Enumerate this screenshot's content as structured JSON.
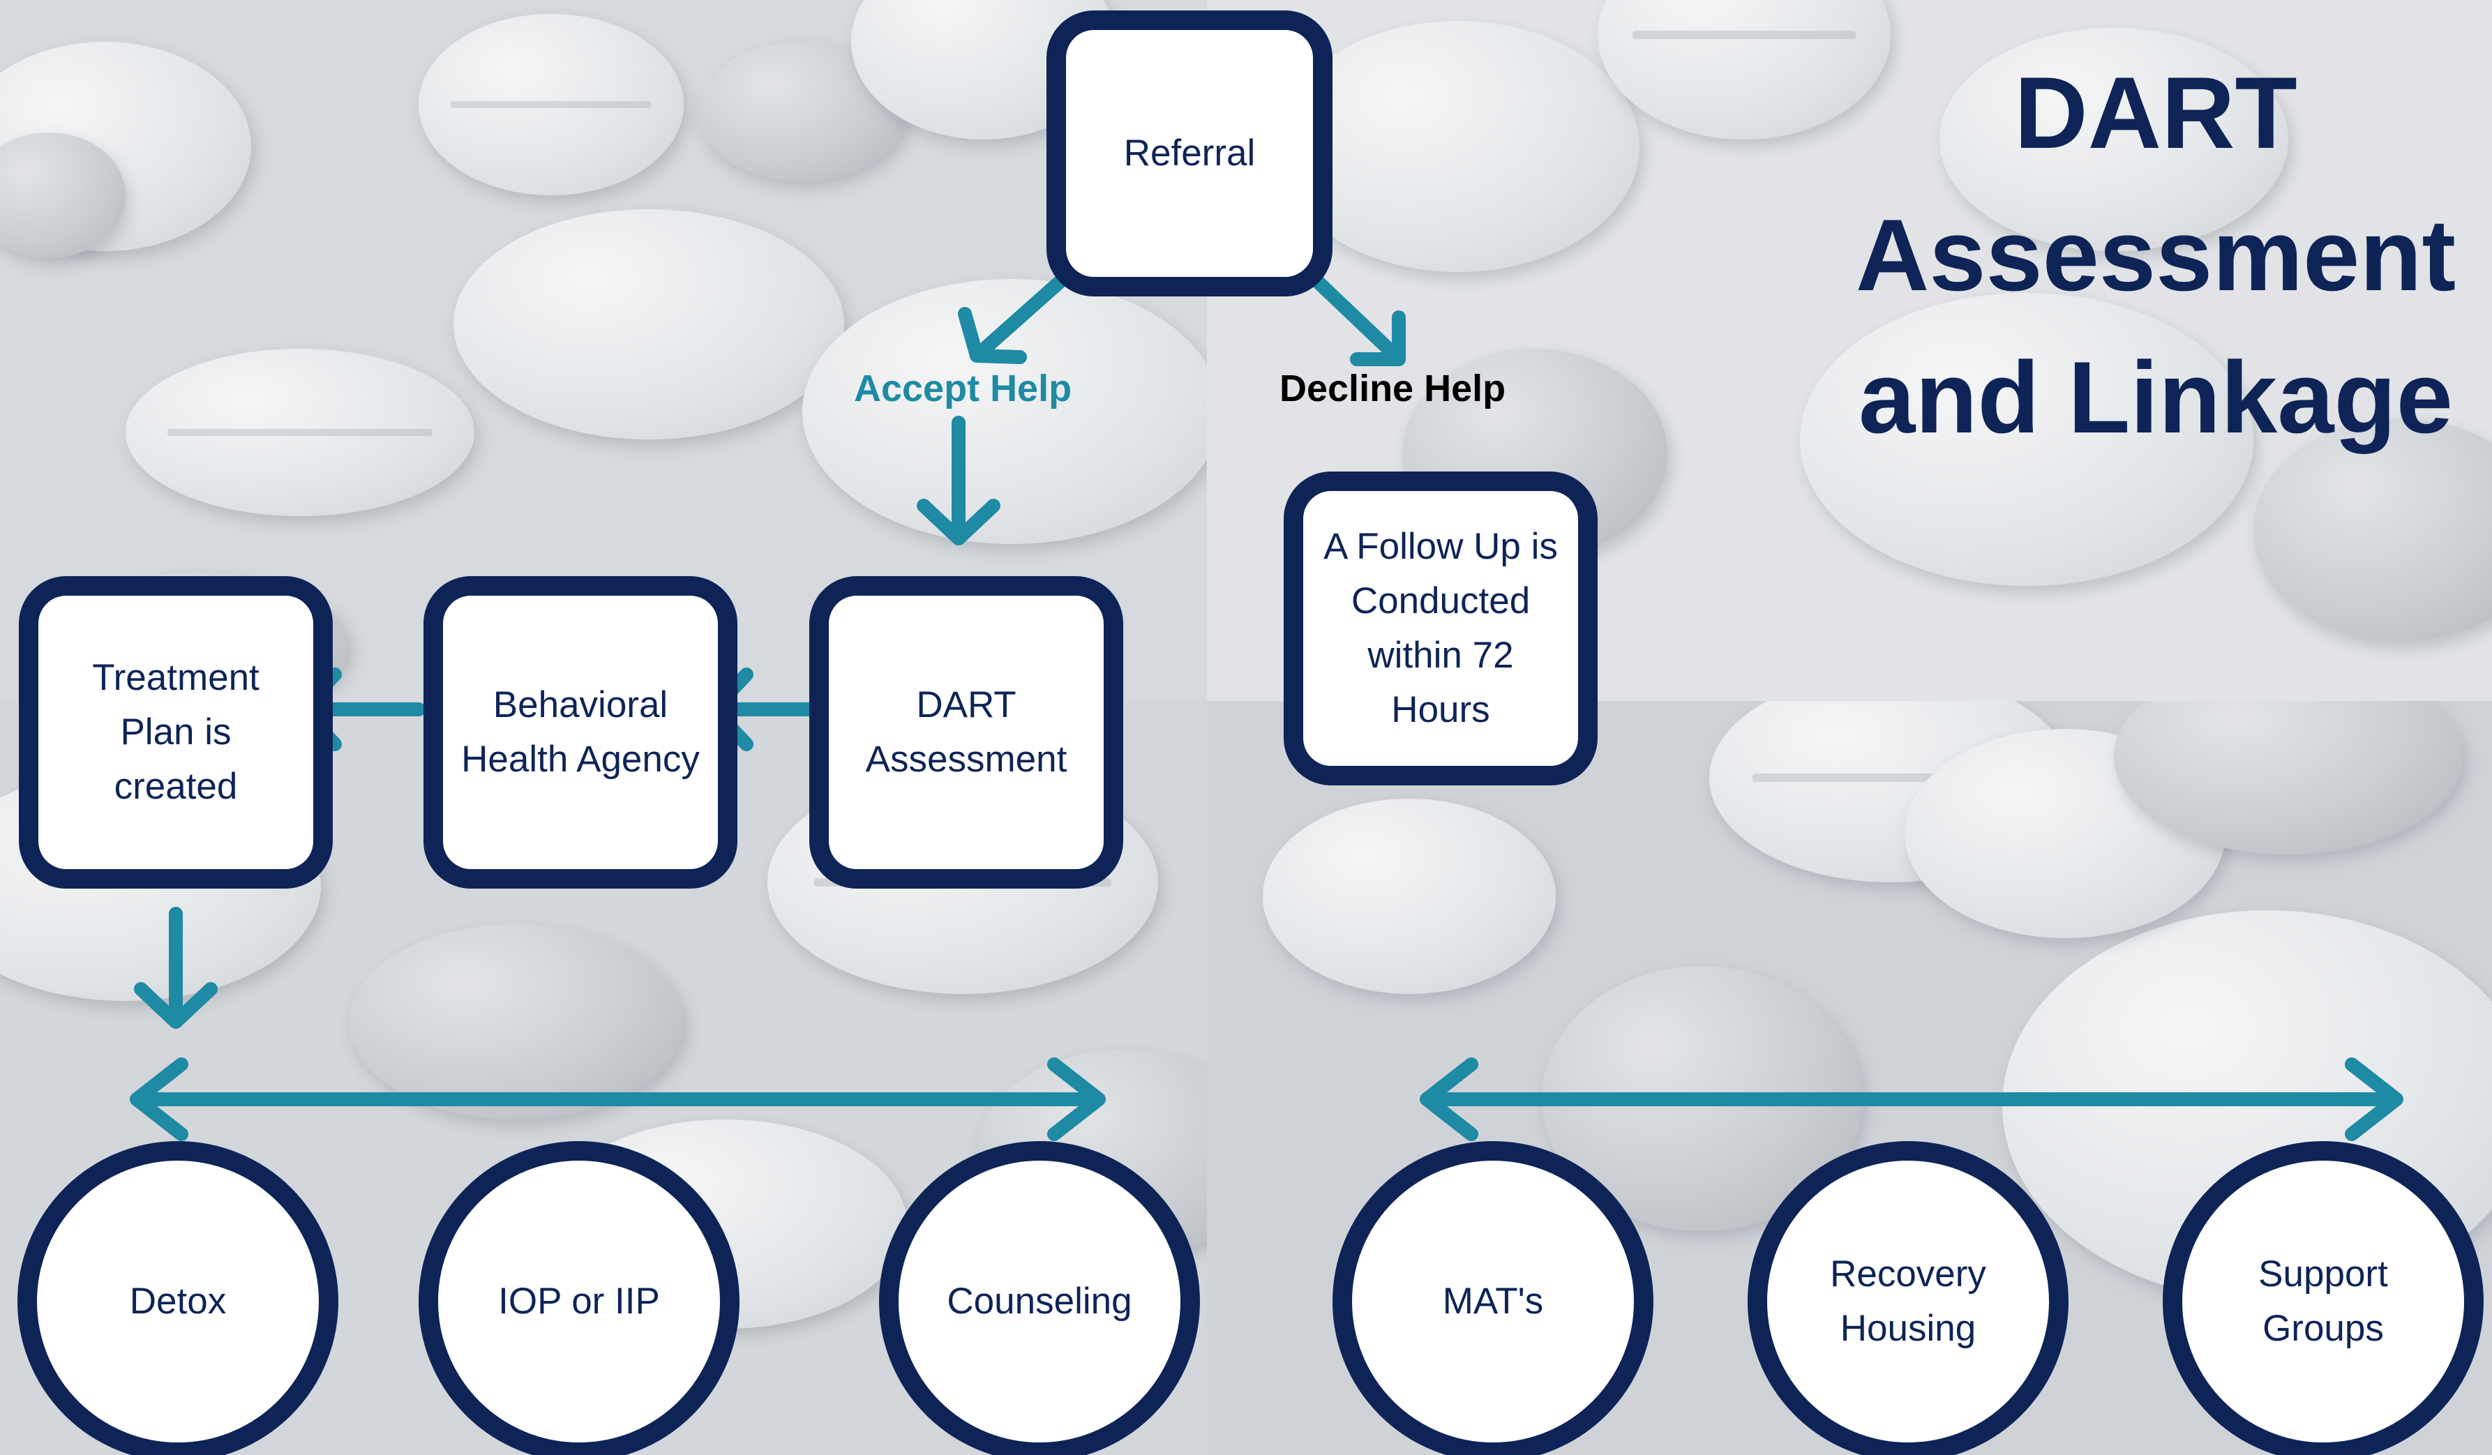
{
  "title": {
    "line1": "DART",
    "line2": "Assessment",
    "line3": "and Linkage"
  },
  "nodes": {
    "referral": "Referral",
    "dart_assessment": [
      "DART",
      "Assessment"
    ],
    "behavioral_health": [
      "Behavioral",
      "Health Agency"
    ],
    "treatment_plan": [
      "Treatment",
      "Plan is",
      "created"
    ],
    "follow_up": [
      "A Follow Up is",
      "Conducted",
      "within 72",
      "Hours"
    ]
  },
  "labels": {
    "accept": "Accept Help",
    "decline": "Decline Help"
  },
  "services_left": {
    "detox": "Detox",
    "iop": "IOP or IIP",
    "counseling": "Counseling"
  },
  "services_right": {
    "mat": "MAT's",
    "recovery": [
      "Recovery",
      "Housing"
    ],
    "support": [
      "Support",
      "Groups"
    ]
  },
  "colors": {
    "navy": "#0e2457",
    "teal": "#1e8aa3",
    "decline_text": "#000000",
    "background": "#dcdfe3"
  }
}
